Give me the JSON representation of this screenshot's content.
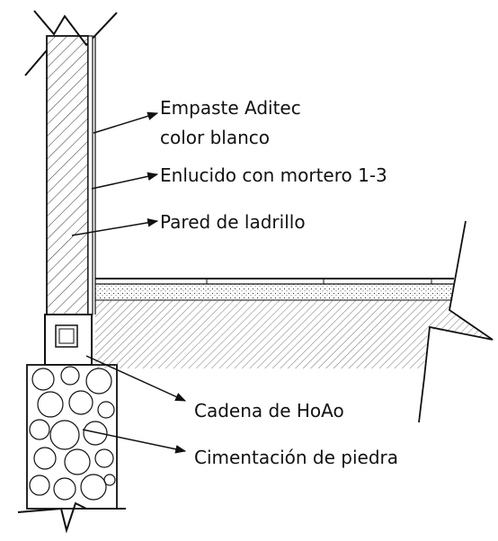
{
  "labels": {
    "empaste_line1": "Empaste Aditec",
    "empaste_line2": "color blanco",
    "enlucido": "Enlucido con mortero 1-3",
    "pared": "Pared de ladrillo",
    "cadena": "Cadena de HoAo",
    "cimentacion": "Cimentación de piedra"
  },
  "colors": {
    "ink": "#111111",
    "background": "#ffffff"
  }
}
